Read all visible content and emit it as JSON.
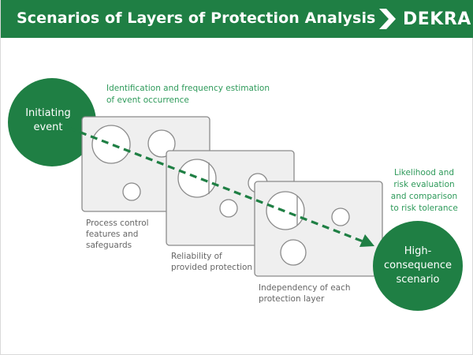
{
  "header": {
    "title": "Scenarios of Layers of Protection Analysis",
    "logo_text": "DEKRA",
    "logo_icon": "dekra-chevron-icon",
    "background_color": "#1f7f44"
  },
  "diagram": {
    "initiating_event": [
      "Initiating",
      "event"
    ],
    "identification_note": [
      "Identification and frequency estimation",
      "of event occurrence"
    ],
    "layers": [
      {
        "caption": [
          "Process control",
          "features and",
          "safeguards"
        ]
      },
      {
        "caption": [
          "Reliability of",
          "provided protection"
        ]
      },
      {
        "caption": [
          "Independency of each",
          "protection layer"
        ]
      }
    ],
    "likelihood_note": [
      "Likelihood and",
      "risk evaluation",
      "and comparison",
      "to risk tolerance"
    ],
    "high_consequence": [
      "High-",
      "consequence",
      "scenario"
    ],
    "colors": {
      "green": "#1f7f44",
      "accent_text": "#2e9a5a",
      "panel_fill": "#efefef",
      "panel_stroke": "#8a8a8a",
      "caption_text": "#666666"
    }
  }
}
